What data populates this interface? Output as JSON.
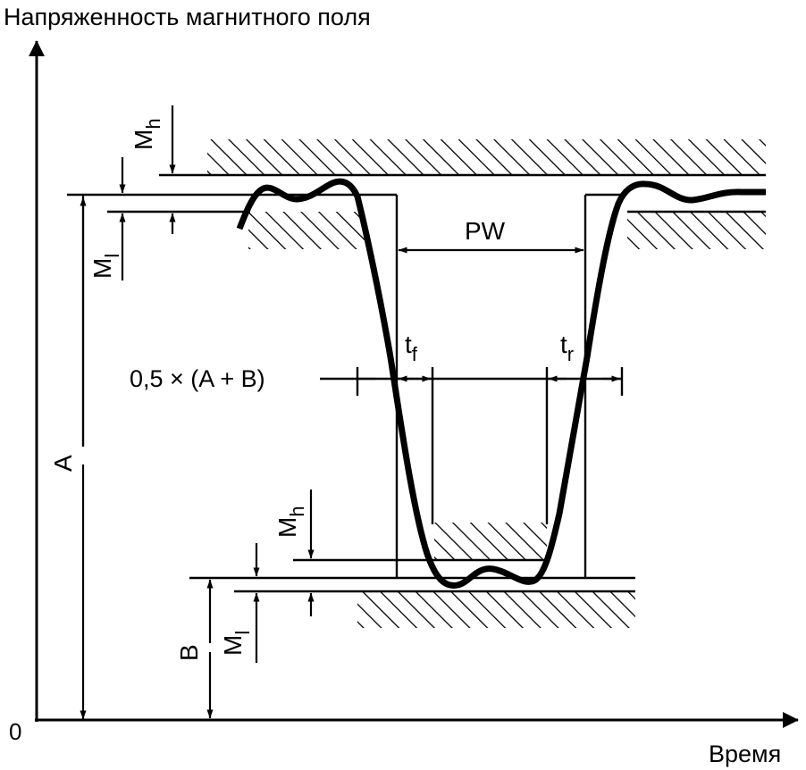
{
  "axes": {
    "y_label": "Напряженность магнитного поля",
    "x_label": "Время",
    "origin_label": "0"
  },
  "labels": {
    "amplitude_a": "A",
    "amplitude_b": "B",
    "pulse_width": "PW",
    "fall_time": "t",
    "fall_time_sub": "f",
    "rise_time": "t",
    "rise_time_sub": "r",
    "threshold": "0,5 × (A + B)",
    "margin_high": "M",
    "margin_high_sub": "h",
    "margin_low": "M",
    "margin_low_sub": "l"
  },
  "colors": {
    "line": "#000000",
    "background": "#ffffff"
  }
}
